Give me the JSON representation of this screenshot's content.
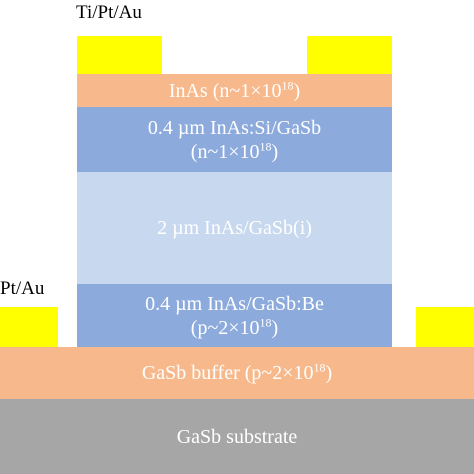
{
  "labels": {
    "top_contact": "Ti/Pt/Au",
    "bottom_contact": "Pt/Au"
  },
  "layers": {
    "cap": {
      "text": "InAs  (n~1×10",
      "exp": "18",
      "close": ")"
    },
    "n_layer": {
      "line1": "0.4 µm InAs:Si/GaSb",
      "line2_pre": "(n~1×10",
      "exp": "18",
      "close": ")"
    },
    "intrinsic": {
      "text": "2 µm InAs/GaSb(i)"
    },
    "p_layer": {
      "line1": "0.4 µm InAs/GaSb:Be",
      "line2_pre": "(p~2×10",
      "exp": "18",
      "close": ")"
    },
    "buffer": {
      "text": "GaSb buffer  (p~2×10",
      "exp": "18",
      "close": ")"
    },
    "substrate": {
      "text": "GaSb substrate"
    }
  },
  "colors": {
    "contact": "#ffff00",
    "cap": "#f7b98b",
    "n_layer": "#8caadc",
    "intrinsic": "#c7d8ef",
    "p_layer": "#8caadc",
    "buffer": "#f7b98b",
    "substrate": "#a6a6a6",
    "text": "#ffffff"
  }
}
